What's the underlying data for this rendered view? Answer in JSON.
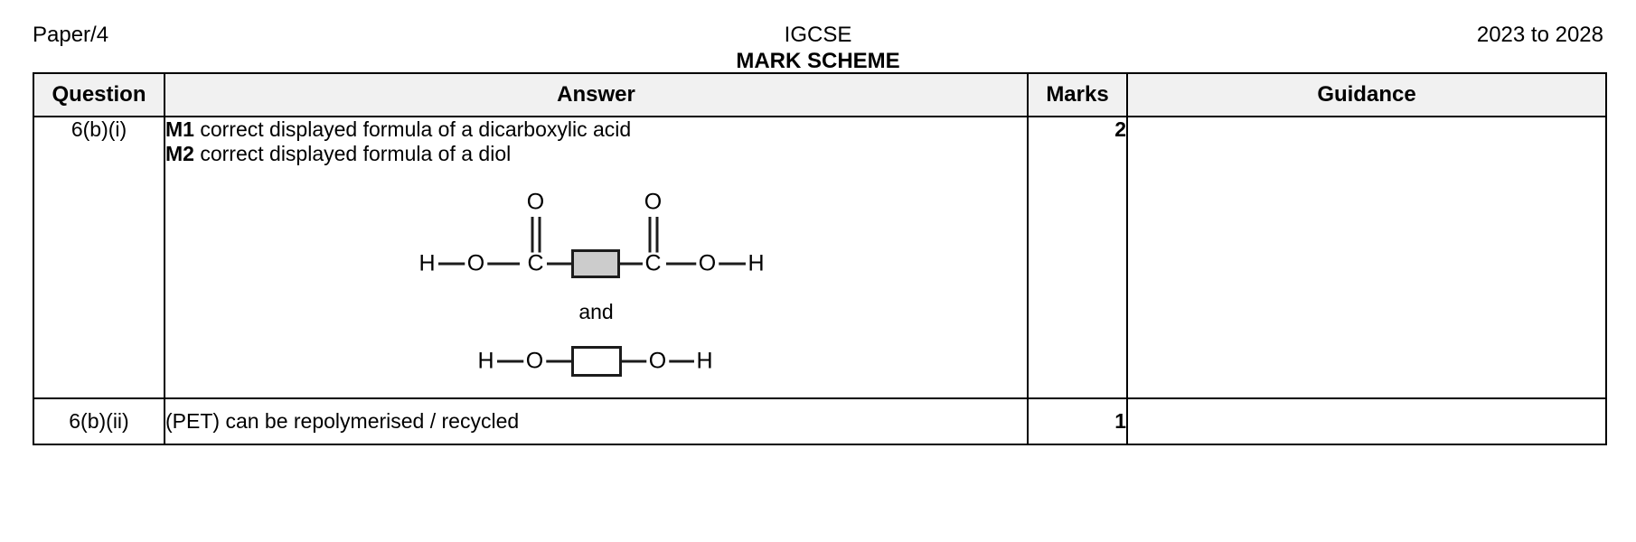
{
  "header": {
    "left": "Paper/4",
    "center_line1": "IGCSE",
    "center_line2": "MARK SCHEME",
    "right": "2023 to 2028"
  },
  "table": {
    "columns": [
      "Question",
      "Answer",
      "Marks",
      "Guidance"
    ],
    "rows": [
      {
        "question": "6(b)(i)",
        "answer_lines": [
          {
            "prefix": "M1",
            "text": " correct displayed formula of a dicarboxylic acid"
          },
          {
            "prefix": "M2",
            "text": " correct displayed formula of a diol"
          }
        ],
        "structures": {
          "acid": {
            "atoms": [
              "H",
              "O",
              "C",
              "O",
              "C",
              "O",
              "H"
            ],
            "carbonyl_oxygens": [
              "O",
              "O"
            ],
            "unit_box_fill": "#cccccc",
            "description": "HO-C(=O)-[repeat unit]-C(=O)-OH"
          },
          "connector_word": "and",
          "diol": {
            "atoms": [
              "H",
              "O",
              "O",
              "H"
            ],
            "unit_box_fill": "#ffffff",
            "description": "HO-[repeat unit]-OH"
          }
        },
        "marks": "2",
        "guidance": ""
      },
      {
        "question": "6(b)(ii)",
        "answer_text": "(PET) can be repolymerised / recycled",
        "marks": "1",
        "guidance": ""
      }
    ]
  }
}
